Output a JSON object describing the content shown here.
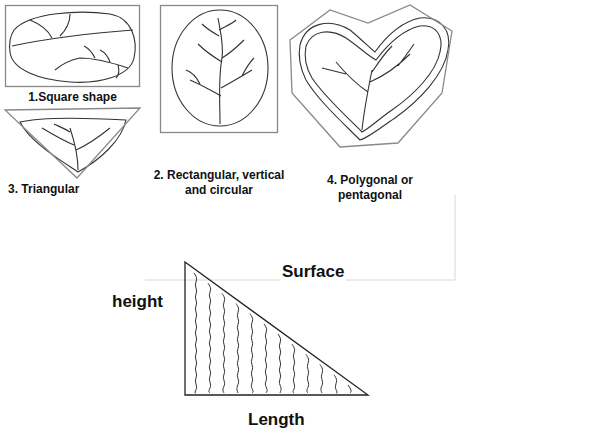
{
  "diagram": {
    "nodes": [
      {
        "text": [
          "1.Square shape"
        ]
      },
      {
        "text": [
          "2. Rectangular, vertical and circular"
        ]
      },
      {
        "text": [
          "3. Triangular"
        ]
      },
      {
        "text": [
          "4. Polygonal or pentagonal"
        ]
      }
    ],
    "labels": [
      "height",
      "Surface",
      "Length"
    ]
  }
}
